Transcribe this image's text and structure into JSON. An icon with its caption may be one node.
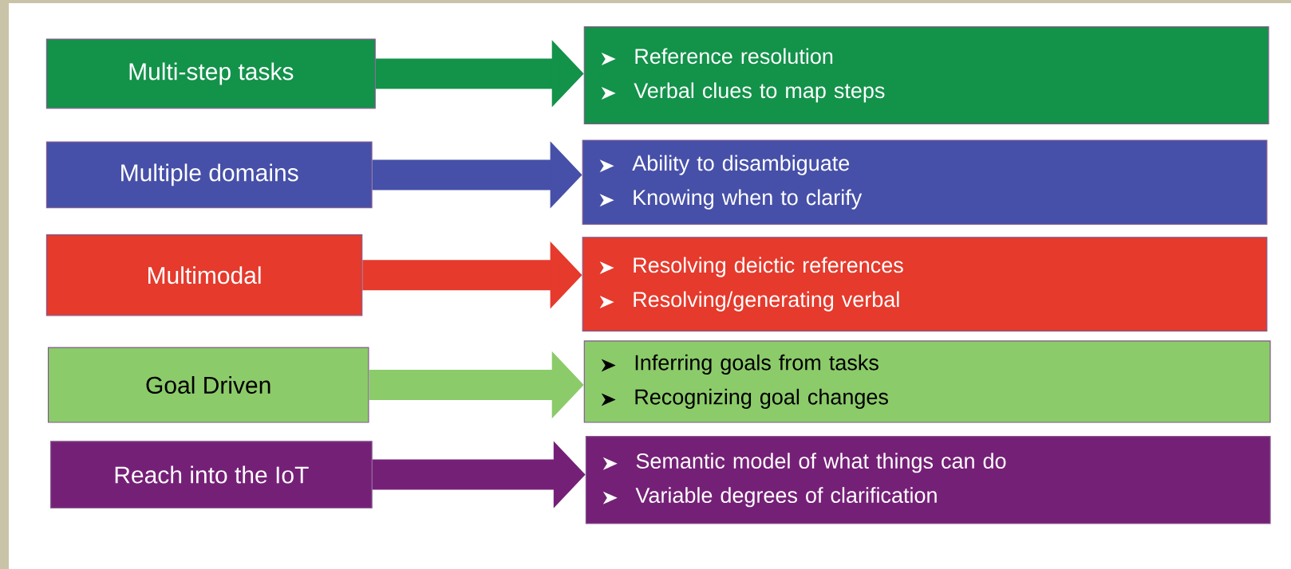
{
  "diagram": {
    "nodes": [
      {
        "text": [
          "Multi-step tasks"
        ]
      },
      {
        "text": [
          "Reference resolution",
          "Verbal clues to map steps"
        ]
      },
      {
        "text": [
          "Multiple domains"
        ]
      },
      {
        "text": [
          "Ability to disambiguate",
          "Knowing when to clarify"
        ]
      },
      {
        "text": [
          "Multimodal"
        ]
      },
      {
        "text": [
          "Resolving deictic references",
          "Resolving/generating verbal"
        ]
      },
      {
        "text": [
          "Goal Driven"
        ]
      },
      {
        "text": [
          "Inferring goals from tasks",
          "Recognizing goal changes"
        ]
      },
      {
        "text": [
          "Reach into the IoT"
        ]
      },
      {
        "text": [
          "Semantic model of what things can do",
          "Variable degrees of clarification"
        ]
      }
    ],
    "edges": [
      {
        "from": 0,
        "to": 1,
        "arrow": "to",
        "color": "#13924a"
      },
      {
        "from": 2,
        "to": 3,
        "arrow": "to",
        "color": "#4650a8"
      },
      {
        "from": 4,
        "to": 5,
        "arrow": "to",
        "color": "#e53a2c"
      },
      {
        "from": 6,
        "to": 7,
        "arrow": "to",
        "color": "#8ccb6a"
      },
      {
        "from": 8,
        "to": 9,
        "arrow": "to",
        "color": "#752077"
      }
    ]
  }
}
